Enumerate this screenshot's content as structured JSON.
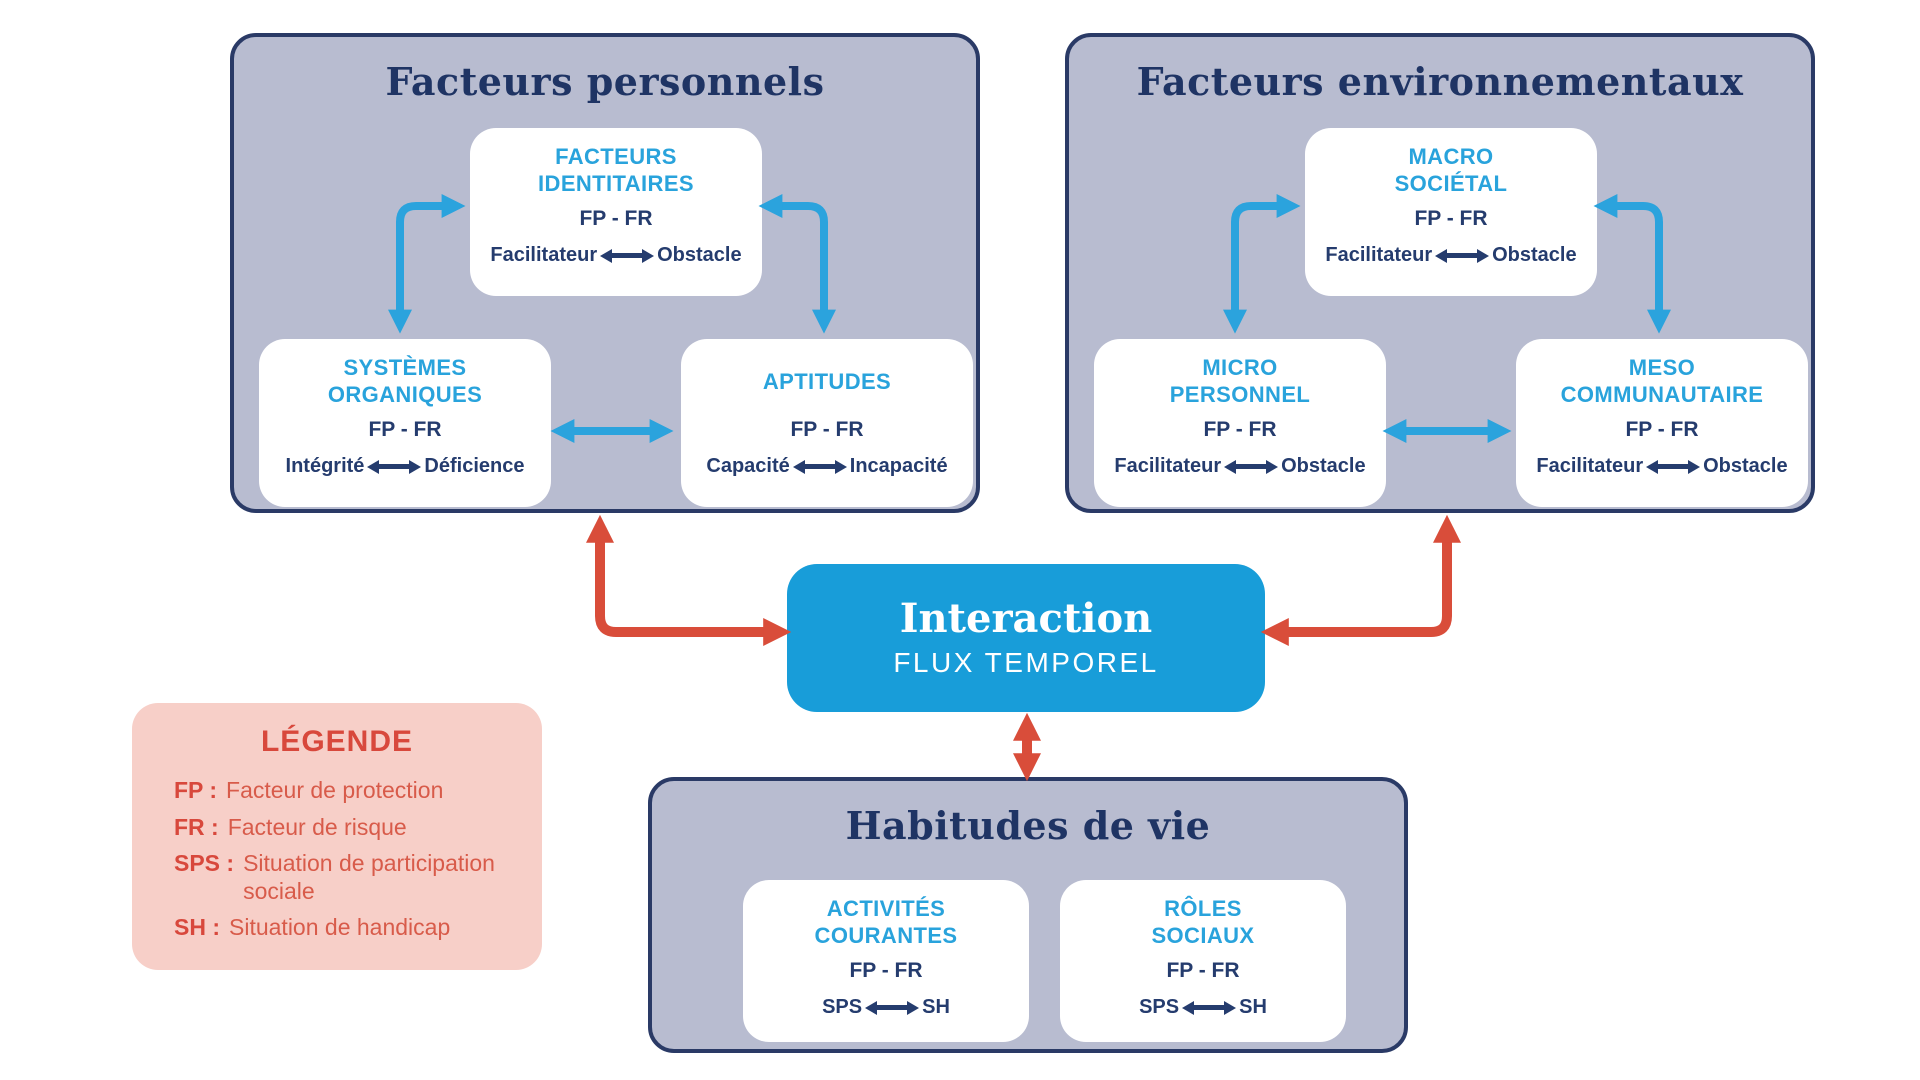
{
  "colors": {
    "panel_bg": "#b8bcd0",
    "panel_border": "#2a3a66",
    "navy_text": "#253c6e",
    "title_navy": "#1f3464",
    "cyan_heading": "#29a3dc",
    "blue_arrow": "#2ba3dd",
    "interaction_blue": "#189dd9",
    "red_arrow": "#d94d3a",
    "legend_bg": "#f7cfc8",
    "legend_red": "#d8483c",
    "white": "#ffffff"
  },
  "personal_panel": {
    "title": "Facteurs personnels",
    "boxes": [
      {
        "heading": "FACTEURS\nIDENTITAIRES",
        "fpfr": "FP - FR",
        "left": "Facilitateur",
        "right": "Obstacle"
      },
      {
        "heading": "SYSTÈMES\nORGANIQUES",
        "fpfr": "FP - FR",
        "left": "Intégrité",
        "right": "Déficience"
      },
      {
        "heading": "APTITUDES",
        "fpfr": "FP - FR",
        "left": "Capacité",
        "right": "Incapacité"
      }
    ]
  },
  "environmental_panel": {
    "title": "Facteurs environnementaux",
    "boxes": [
      {
        "heading": "MACRO\nSOCIÉTAL",
        "fpfr": "FP - FR",
        "left": "Facilitateur",
        "right": "Obstacle"
      },
      {
        "heading": "MICRO\nPERSONNEL",
        "fpfr": "FP - FR",
        "left": "Facilitateur",
        "right": "Obstacle"
      },
      {
        "heading": "MESO\nCOMMUNAUTAIRE",
        "fpfr": "FP - FR",
        "left": "Facilitateur",
        "right": "Obstacle"
      }
    ]
  },
  "interaction": {
    "title": "Interaction",
    "subtitle": "FLUX TEMPOREL"
  },
  "life_habits_panel": {
    "title": "Habitudes de vie",
    "boxes": [
      {
        "heading": "ACTIVITÉS\nCOURANTES",
        "fpfr": "FP - FR",
        "left": "SPS",
        "right": "SH"
      },
      {
        "heading": "RÔLES\nSOCIAUX",
        "fpfr": "FP - FR",
        "left": "SPS",
        "right": "SH"
      }
    ]
  },
  "legend": {
    "title": "LÉGENDE",
    "entries": [
      {
        "abbr": "FP :",
        "text": "Facteur de protection"
      },
      {
        "abbr": "FR :",
        "text": "Facteur de risque"
      },
      {
        "abbr": "SPS :",
        "text": "Situation de participation sociale"
      },
      {
        "abbr": "SH :",
        "text": "Situation de handicap"
      }
    ]
  }
}
